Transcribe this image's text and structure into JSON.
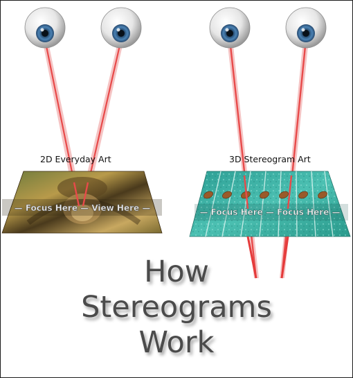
{
  "labels": {
    "left_panel": "2D Everyday Art",
    "right_panel": "3D Stereogram Art"
  },
  "overlays": {
    "left": "— Focus Here — View Here —",
    "right": "— Focus Here — Focus Here —"
  },
  "title": {
    "line1": "How",
    "line2": "Stereograms",
    "line3": "Work"
  },
  "colors": {
    "ray": "#e53b3b",
    "ray_light": "#f0a0a0",
    "iris": "#3b6f9e",
    "teal": "#3fb0a4",
    "title": "#4b4b4b"
  },
  "icons": [
    "eyeball-icon"
  ]
}
